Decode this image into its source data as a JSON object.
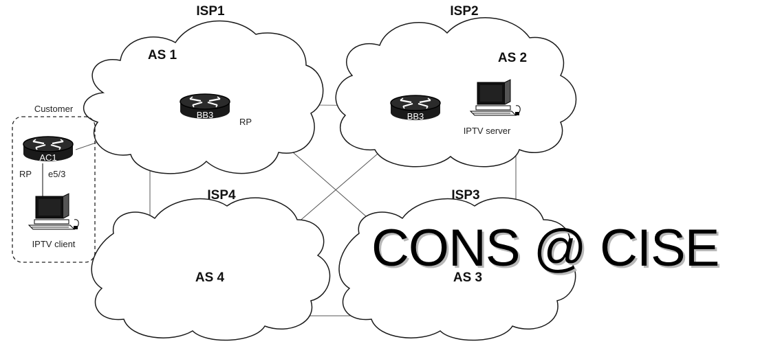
{
  "clouds": [
    {
      "isp": "ISP1",
      "as": "AS 1"
    },
    {
      "isp": "ISP2",
      "as": "AS 2"
    },
    {
      "isp": "ISP4",
      "as": "AS 4"
    },
    {
      "isp": "ISP3",
      "as": "AS 3"
    }
  ],
  "customer": {
    "title": "Customer",
    "router": "AC1",
    "rp": "RP",
    "interface": "e5/3",
    "client": "IPTV client"
  },
  "as1": {
    "router": "BB3",
    "rp": "RP"
  },
  "as2": {
    "router": "BB3",
    "server": "IPTV server"
  },
  "watermark": "CONS @ CISE"
}
